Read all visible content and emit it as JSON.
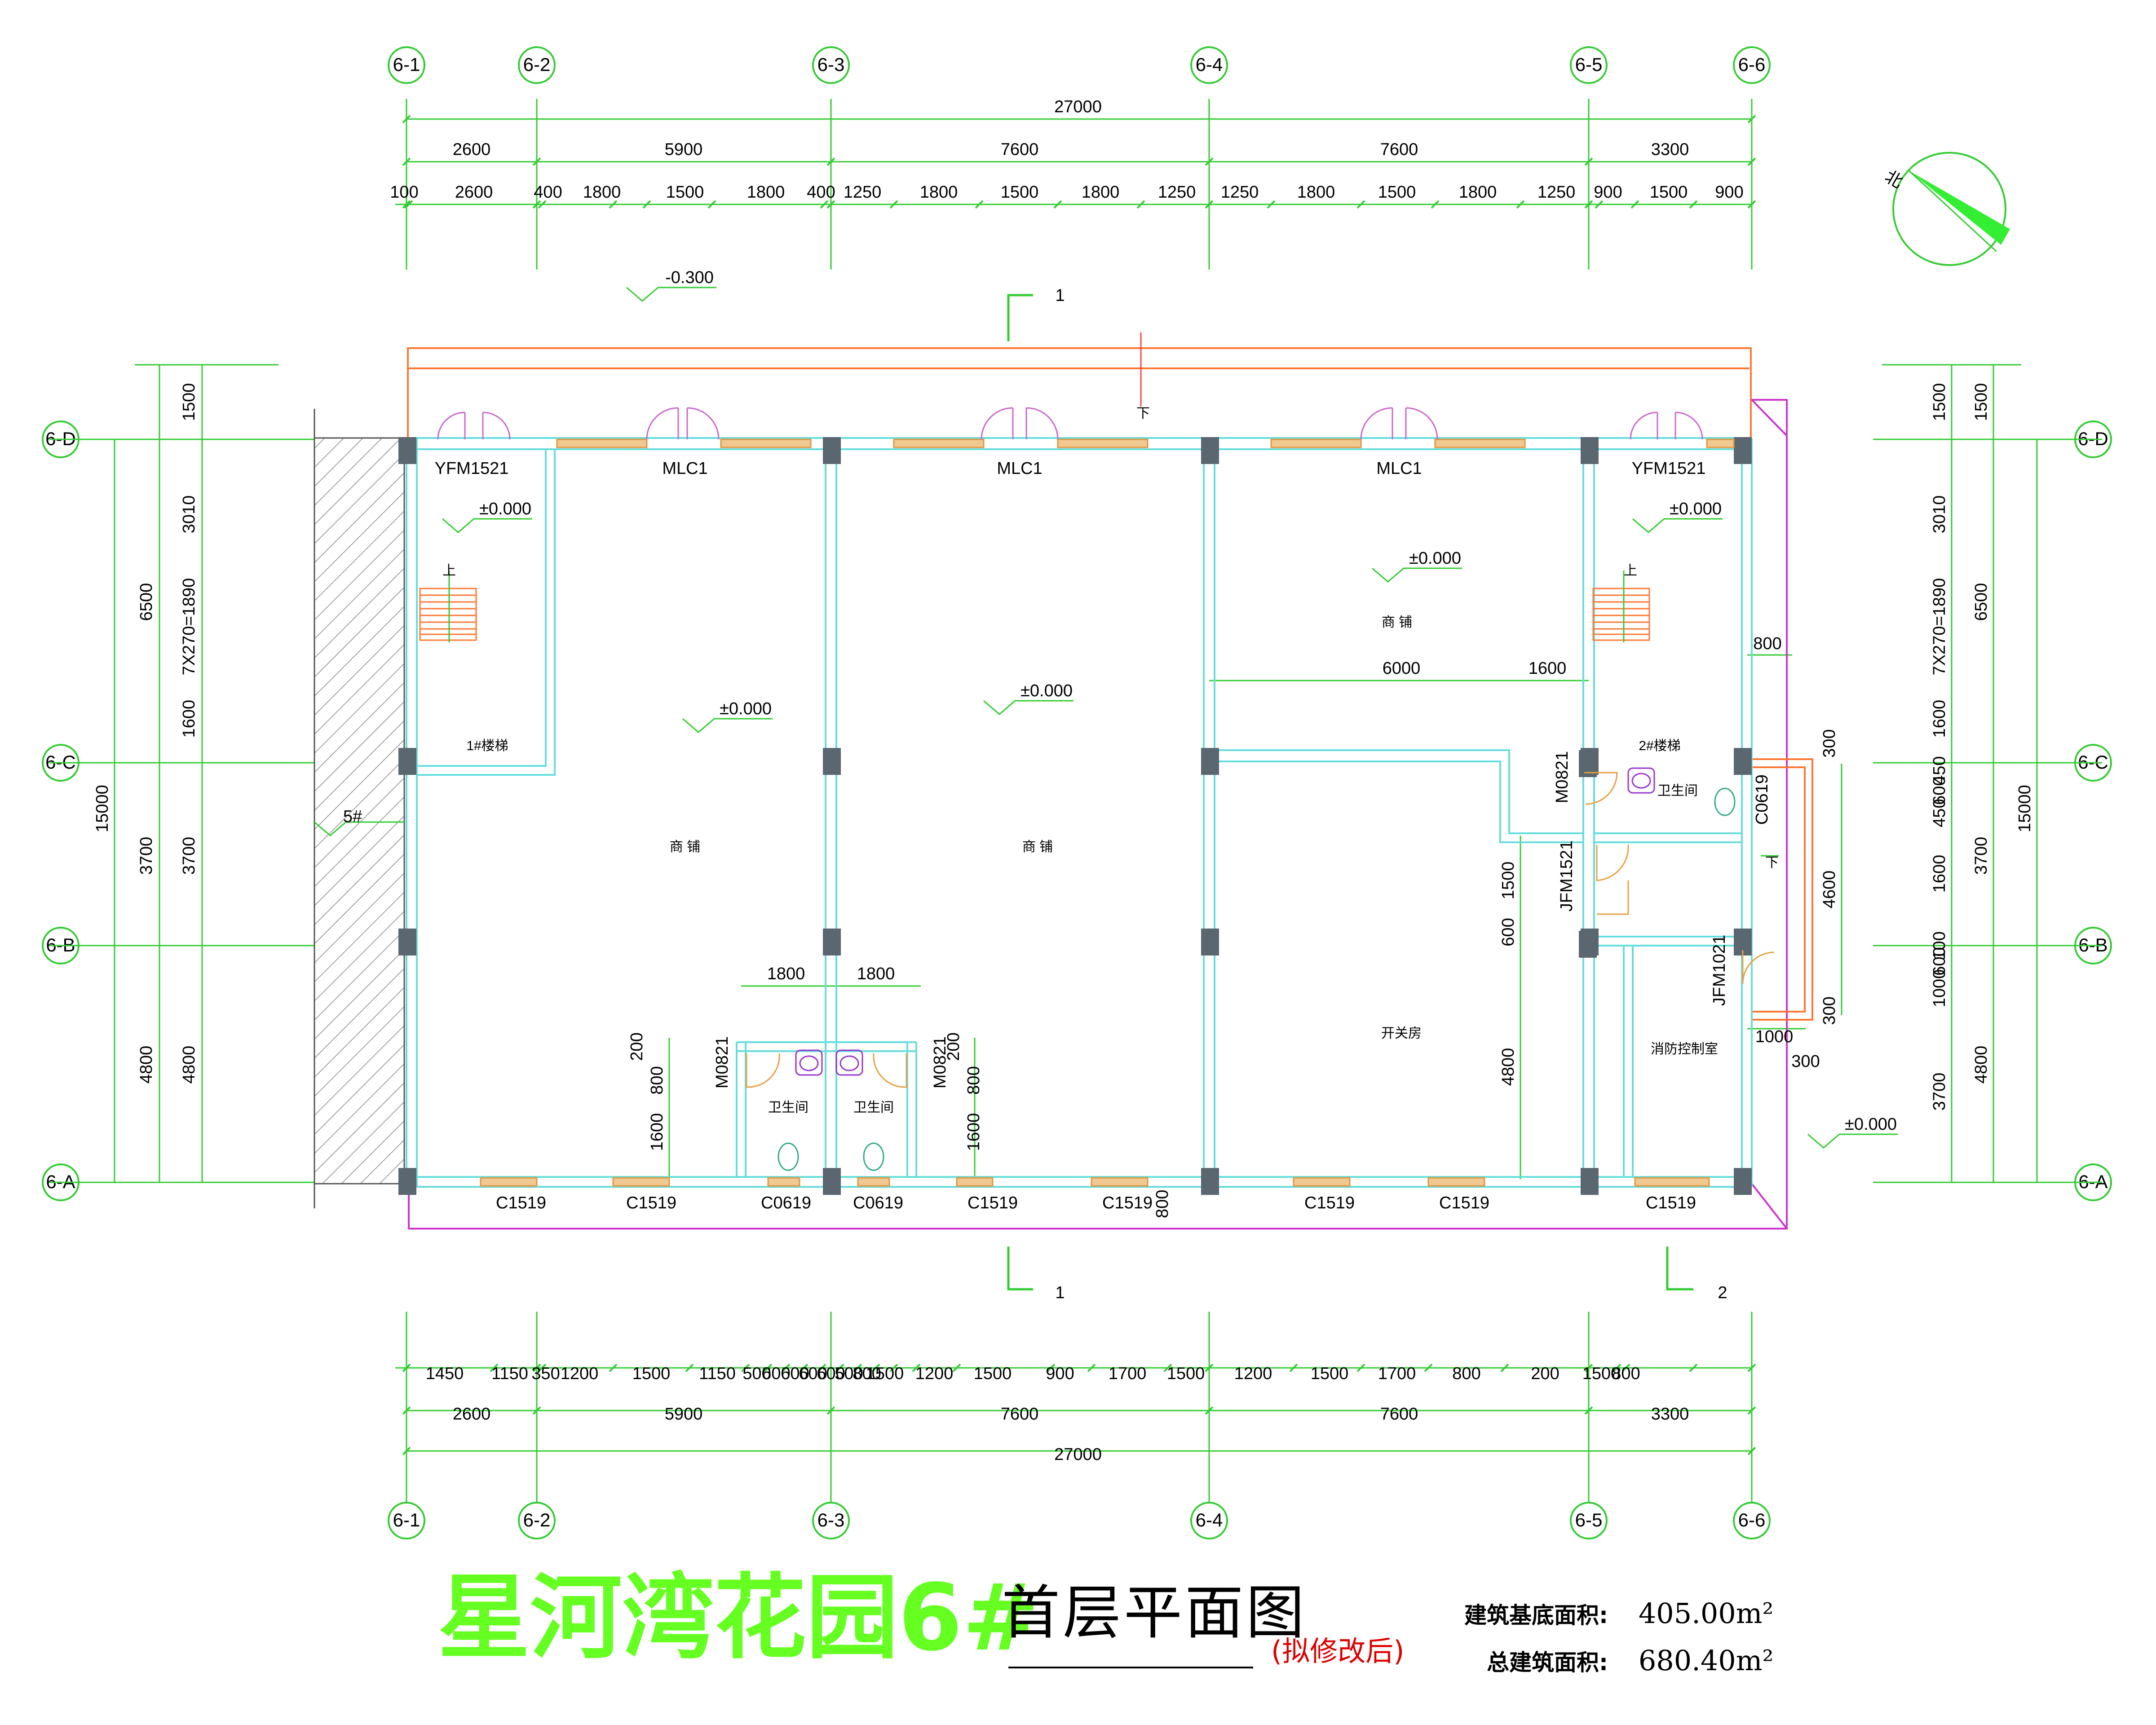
{
  "title": {
    "main": "星河湾花园6#",
    "sub": "首层平面图",
    "note": "(拟修改后)"
  },
  "areas": [
    {
      "label": "建筑基底面积:",
      "value": "405.00m²"
    },
    {
      "label": "总建筑面积:",
      "value": "680.40m²"
    }
  ],
  "north": {
    "label": "北"
  },
  "axes": {
    "vertical": [
      "6-1",
      "6-2",
      "6-3",
      "6-4",
      "6-5",
      "6-6"
    ],
    "horizontal": [
      "6-D",
      "6-C",
      "6-B",
      "6-A"
    ]
  },
  "dimensions": {
    "top_total": "27000",
    "top_bays": [
      "2600",
      "5900",
      "7600",
      "7600",
      "3300"
    ],
    "top_detail": [
      "100",
      "2600",
      "400",
      "1800",
      "1500",
      "1800",
      "400",
      "1250",
      "1800",
      "1500",
      "1800",
      "1250",
      "1250",
      "1800",
      "1500",
      "1800",
      "1250",
      "900",
      "1500",
      "900"
    ],
    "bottom_total": "27000",
    "bottom_bays": [
      "2600",
      "5900",
      "7600",
      "7600",
      "3300"
    ],
    "bottom_detail": [
      "1450",
      "1150",
      "350",
      "1200",
      "1500",
      "1150",
      "500",
      "600",
      "600",
      "600",
      "600",
      "500",
      "800",
      "1500",
      "1200",
      "1500",
      "900",
      "1700",
      "1500",
      "1200",
      "1500",
      "1700",
      "800",
      "200",
      "1500",
      "800"
    ],
    "left_outer": "15000",
    "left_mid": [
      "6500",
      "3700",
      "4800"
    ],
    "left_inner": [
      "1500",
      "3010",
      "7X270=1890",
      "1600",
      "3700",
      "4800"
    ],
    "right_outer": "15000",
    "right_mid": [
      "1500",
      "6500",
      "3700",
      "4800"
    ],
    "right_inner": [
      "1500",
      "3010",
      "7X270=1890",
      "1600",
      "450",
      "600",
      "450",
      "1600",
      "100",
      "600",
      "1000",
      "3700"
    ],
    "interior": [
      "6000",
      "1600",
      "800",
      "1800",
      "1800",
      "200",
      "800",
      "1600",
      "200",
      "800",
      "1600",
      "1500",
      "600",
      "4800",
      "300",
      "4600",
      "300",
      "1000",
      "300",
      "800"
    ]
  },
  "levels": [
    "-0.300",
    "±0.000",
    "±0.000",
    "±0.000",
    "±0.000",
    "±0.000",
    "±0.000",
    "-0.300"
  ],
  "section_marks": [
    "1",
    "1",
    "2"
  ],
  "arrows": [
    "下",
    "下"
  ],
  "rooms": {
    "shop": "商 铺",
    "shop_upper": "商 铺",
    "switch_room": "开关房",
    "fire_control": "消防控制室",
    "toilet": "卫生间",
    "stair1": "1#楼梯",
    "stair2": "2#楼梯",
    "up": "上",
    "neighbor": "5#"
  },
  "openings": {
    "yfm": "YFM1521",
    "mlc": "MLC1",
    "c1519": "C1519",
    "c0619": "C0619",
    "m0821": "M0821",
    "jfm1521": "JFM1521",
    "jfm1021": "JFM1021"
  }
}
